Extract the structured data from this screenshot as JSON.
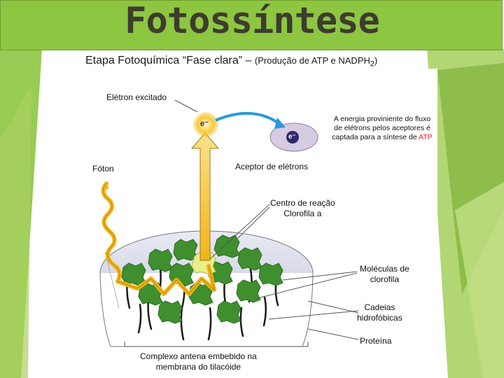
{
  "header": {
    "title": "Fotossíntese",
    "subtitle_main": "Etapa Fotoquímica “Fase clara” – ",
    "subtitle_paren": "(Produção de ATP e NADPH",
    "subtitle_sub": "2",
    "subtitle_end": ")"
  },
  "diagram": {
    "labels": {
      "excited_electron": "Elétron excitado",
      "photon": "Fóton",
      "electron_acceptor": "Aceptor de elétrons",
      "reaction_center_l1": "Centro de reação",
      "reaction_center_l2": "Clorofila a",
      "chlorophyll_l1": "Moléculas de",
      "chlorophyll_l2": "clorofila",
      "chains_l1": "Cadeias",
      "chains_l2": "hidrofóbicas",
      "protein": "Proteína",
      "complex_l1": "Complexo antena embebido na",
      "complex_l2": "membrana do tilacóide",
      "electron_symbol": "e⁻",
      "energy_note_pre": "A energia proviniente do fluxo de elétrons pelos aceptores é captada para a síntese de ",
      "energy_note_atp": "ATP"
    },
    "colors": {
      "chlorophyll": "#3f8f2f",
      "reaction_center": "#e8ee8a",
      "electron_glow": "#f2b514",
      "acceptor": "#d7cbe2",
      "electron_path": "#f3b316",
      "transfer_arrow": "#2a9ad6",
      "title_bar": "#8dc641",
      "atp_text": "#e0202a"
    }
  }
}
